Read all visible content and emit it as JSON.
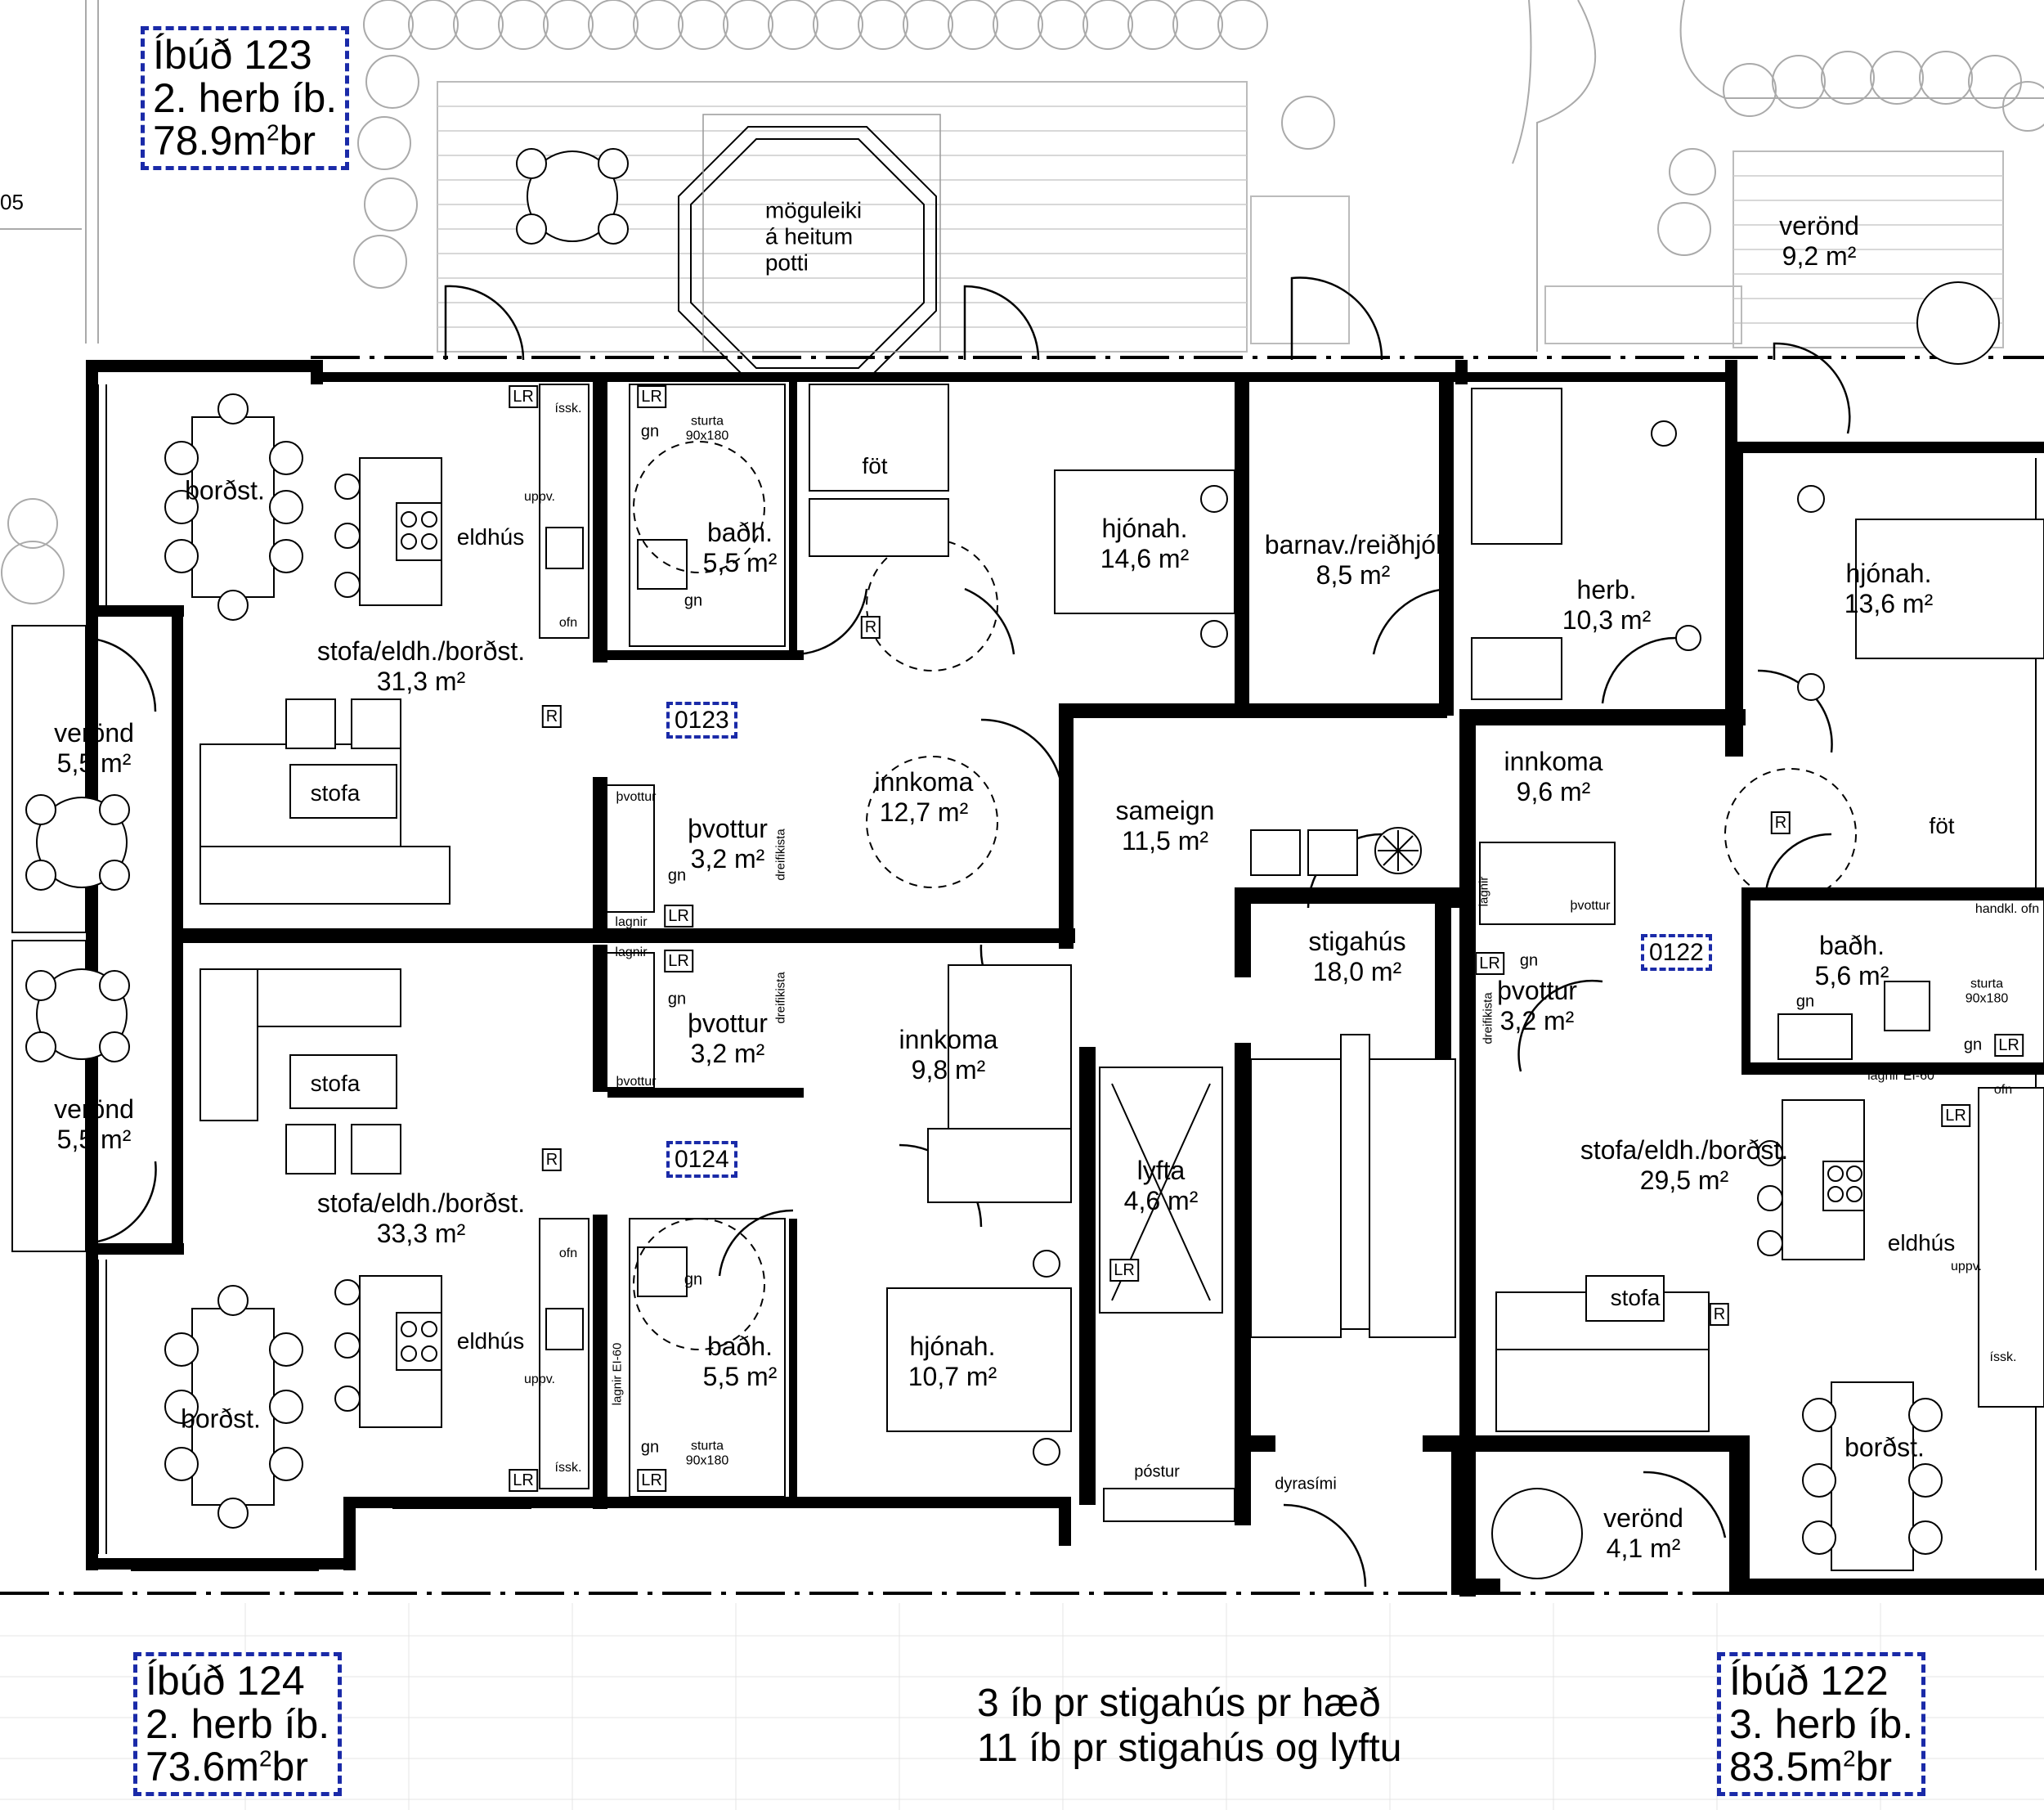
{
  "apartments": [
    {
      "name": "Íbúð 123",
      "type": "2. herb íb.",
      "area": "78.9m",
      "unit": "br",
      "code": "0123"
    },
    {
      "name": "Íbúð 124",
      "type": "2. herb íb.",
      "area": "73.6m",
      "unit": "br",
      "code": "0124"
    },
    {
      "name": "Íbúð 122",
      "type": "3. herb íb.",
      "area": "83.5m",
      "unit": "br",
      "code": "0122"
    }
  ],
  "sup2": "2",
  "summary": {
    "line1": "3 íb pr stigahús pr hæð",
    "line2": "11 íb pr stigahús og lyftu"
  },
  "edge_label": "05",
  "hot_tub_note": [
    "möguleiki",
    "á heitum",
    "potti"
  ],
  "rooms": [
    {
      "id": "r1",
      "name": "stofa/eldh./borðst.",
      "area": "31,3 m²"
    },
    {
      "id": "r2",
      "name": "baðh.",
      "area": "5,5 m²"
    },
    {
      "id": "r3",
      "name": "hjónah.",
      "area": "14,6 m²"
    },
    {
      "id": "r4",
      "name": "barnav./reiðhjól",
      "area": "8,5 m²"
    },
    {
      "id": "r5",
      "name": "herb.",
      "area": "10,3 m²"
    },
    {
      "id": "r6",
      "name": "hjónah.",
      "area": "13,6 m²"
    },
    {
      "id": "r7",
      "name": "verönd",
      "area": "9,2 m²"
    },
    {
      "id": "r8",
      "name": "verönd",
      "area": "5,5 m²"
    },
    {
      "id": "r9",
      "name": "innkoma",
      "area": "12,7 m²"
    },
    {
      "id": "r10",
      "name": "þvottur",
      "area": "3,2 m²"
    },
    {
      "id": "r11",
      "name": "sameign",
      "area": "11,5 m²"
    },
    {
      "id": "r12",
      "name": "innkoma",
      "area": "9,6 m²"
    },
    {
      "id": "r13",
      "name": "stigahús",
      "area": "18,0 m²"
    },
    {
      "id": "r14",
      "name": "þvottur",
      "area": "3,2 m²"
    },
    {
      "id": "r15",
      "name": "baðh.",
      "area": "5,6 m²"
    },
    {
      "id": "r16",
      "name": "verönd",
      "area": "5,5 m²"
    },
    {
      "id": "r17",
      "name": "þvottur",
      "area": "3,2 m²"
    },
    {
      "id": "r18",
      "name": "innkoma",
      "area": "9,8 m²"
    },
    {
      "id": "r19",
      "name": "stofa/eldh./borðst.",
      "area": "33,3 m²"
    },
    {
      "id": "r20",
      "name": "lyfta",
      "area": "4,6 m²"
    },
    {
      "id": "r21",
      "name": "stofa/eldh./borðst.",
      "area": "29,5 m²"
    },
    {
      "id": "r22",
      "name": "baðh.",
      "area": "5,5 m²"
    },
    {
      "id": "r23",
      "name": "hjónah.",
      "area": "10,7 m²"
    },
    {
      "id": "r24",
      "name": "verönd",
      "area": "4,1 m²"
    }
  ],
  "words": {
    "bordst": "borðst.",
    "eldhus": "eldhús",
    "stofa": "stofa",
    "fot": "föt",
    "isk": "íssk.",
    "ofn": "ofn",
    "uppv": "uppv.",
    "gn": "gn",
    "sturta": "sturta",
    "sturta_size": "90x180",
    "lagnir": "lagnir",
    "lagnir_ei": "lagnir EI-60",
    "thvottur": "þvottur",
    "threifikista": "dreifikista",
    "LR": "LR",
    "R": "R",
    "postur": "póstur",
    "dyrasimi": "dyrasími",
    "handkl_ofn": "handkl. ofn"
  }
}
